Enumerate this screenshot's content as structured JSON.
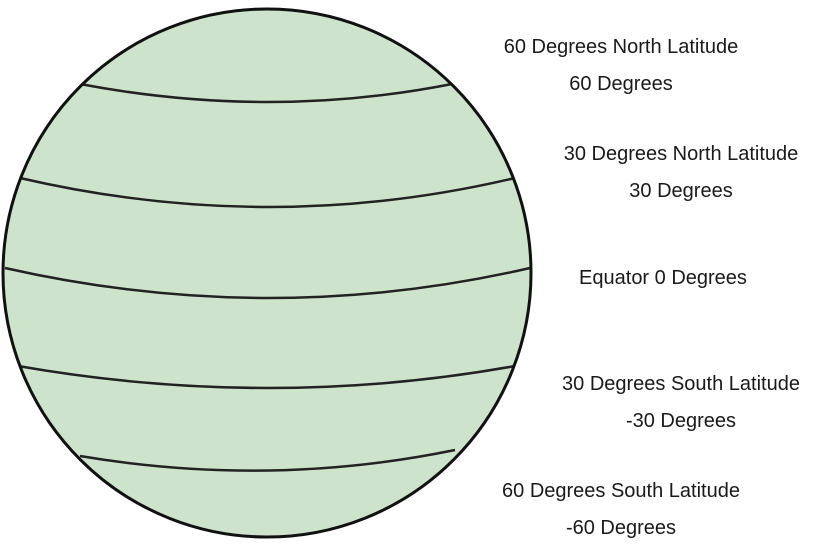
{
  "diagram": {
    "globe_fill": "#cde3cb",
    "outline_color": "#111111",
    "latitudes": [
      {
        "id": "60n",
        "name": "60 Degrees North Latitude",
        "value_label": "60 Degrees"
      },
      {
        "id": "30n",
        "name": "30 Degrees North Latitude",
        "value_label": "30 Degrees"
      },
      {
        "id": "eq",
        "name": "Equator 0 Degrees",
        "value_label": ""
      },
      {
        "id": "30s",
        "name": "30 Degrees South Latitude",
        "value_label": "-30 Degrees"
      },
      {
        "id": "60s",
        "name": "60 Degrees South Latitude",
        "value_label": "-60 Degrees"
      }
    ]
  }
}
